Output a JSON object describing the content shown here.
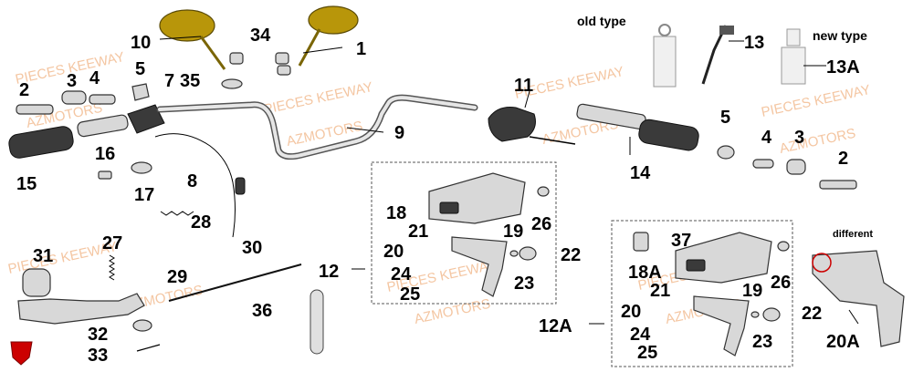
{
  "labels": {
    "l10": "10",
    "l34": "34",
    "l1": "1",
    "l2a": "2",
    "l3a": "3",
    "l4a": "4",
    "l5a": "5",
    "l7": "7",
    "l35": "35",
    "l9": "9",
    "l15": "15",
    "l16": "16",
    "l17": "17",
    "l8": "8",
    "l28": "28",
    "l11": "11",
    "l13": "13",
    "l13a": "13A",
    "l14": "14",
    "l5b": "5",
    "l4b": "4",
    "l3b": "3",
    "l2b": "2",
    "l18": "18",
    "l21": "21",
    "l19": "19",
    "l26": "26",
    "l20": "20",
    "l22": "22",
    "l24": "24",
    "l25": "25",
    "l23": "23",
    "l12": "12",
    "l31": "31",
    "l27": "27",
    "l30": "30",
    "l29": "29",
    "l36": "36",
    "l32": "32",
    "l33": "33",
    "l37": "37",
    "l18a": "18A",
    "l21b": "21",
    "l19b": "19",
    "l26b": "26",
    "l20b": "20",
    "l22b": "22",
    "l24b": "24",
    "l25b": "25",
    "l23b": "23",
    "l12a": "12A",
    "l20a": "20A"
  },
  "notes": {
    "old_type": "old type",
    "new_type": "new type",
    "different": "different"
  },
  "watermarks": {
    "pieces": "PIECES KEEWAY",
    "azmotors": "AZMOTORS"
  },
  "colors": {
    "mirror_gold": "#b8960a",
    "callout_red": "#cc0000",
    "watermark": "#f4c6a2"
  }
}
